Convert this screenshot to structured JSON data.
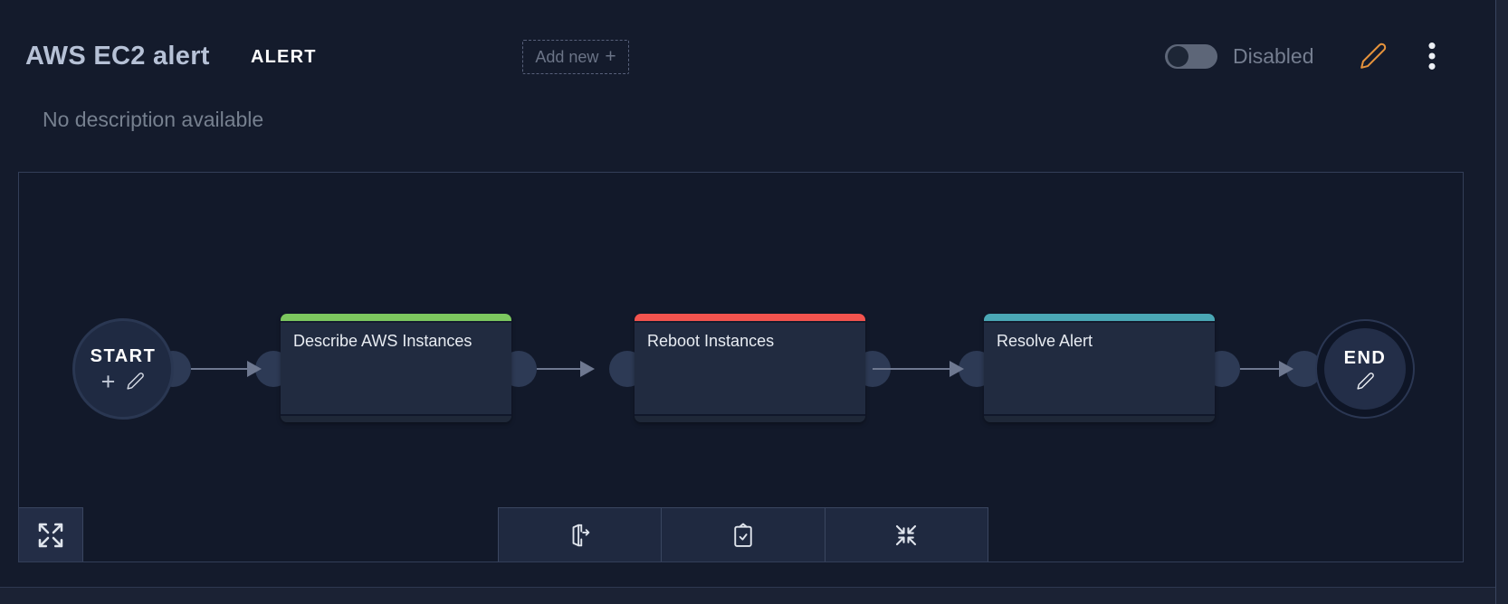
{
  "header": {
    "title": "AWS EC2 alert",
    "badge": "ALERT",
    "add_new": {
      "label": "Add new",
      "plus": "+"
    },
    "toggle": {
      "state_label": "Disabled",
      "enabled": false
    },
    "icons": {
      "edit": "pencil-icon",
      "menu": "kebab-menu-icon"
    }
  },
  "description": "No description available",
  "workflow": {
    "start_label": "START",
    "end_label": "END",
    "start_plus": "+",
    "nodes": [
      {
        "label": "Describe AWS Instances",
        "accent_color": "#7cc75f"
      },
      {
        "label": "Reboot Instances",
        "accent_color": "#f2534e"
      },
      {
        "label": "Resolve Alert",
        "accent_color": "#4aa7b5"
      }
    ]
  },
  "toolbar": {
    "bottom_left": "expand-fullscreen",
    "center_items": [
      "exit-door",
      "clipboard-check",
      "collapse"
    ]
  },
  "colors": {
    "background": "#141b2c",
    "canvas": "#12192a",
    "node_body": "#212b40",
    "edge": "#6e7890",
    "edit_pencil": "#e6933c",
    "toggle_track": "#5d6678"
  }
}
